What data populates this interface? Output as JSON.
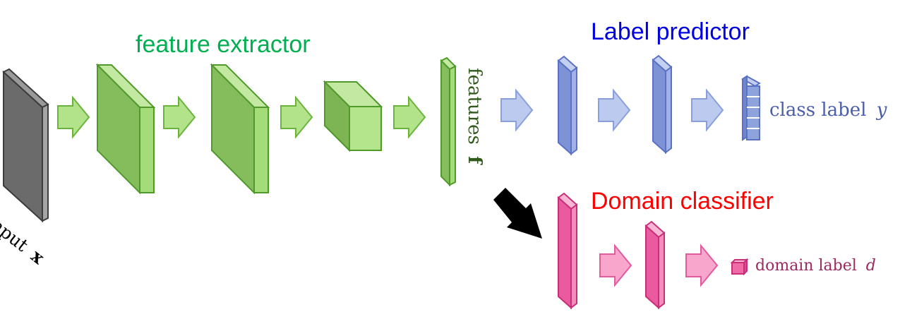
{
  "stages": {
    "feature_extractor": "feature extractor",
    "label_predictor": "Label predictor",
    "domain_classifier": "Domain classifier"
  },
  "labels": {
    "input_word": "input",
    "input_symbol": "x",
    "features_word": "features",
    "features_symbol": "f",
    "class_label_word": "class label",
    "class_label_symbol": "y",
    "domain_label_word": "domain label",
    "domain_label_symbol": "d"
  },
  "colors": {
    "feature_green": "#00b050",
    "label_blue": "#0000e0",
    "domain_red": "#ff0000",
    "green_layer": "#9bd56e",
    "blue_layer": "#8ea2dc",
    "pink_layer": "#f06aa8",
    "input_gray": "#6e6e6e",
    "split_arrow": "#000000"
  }
}
